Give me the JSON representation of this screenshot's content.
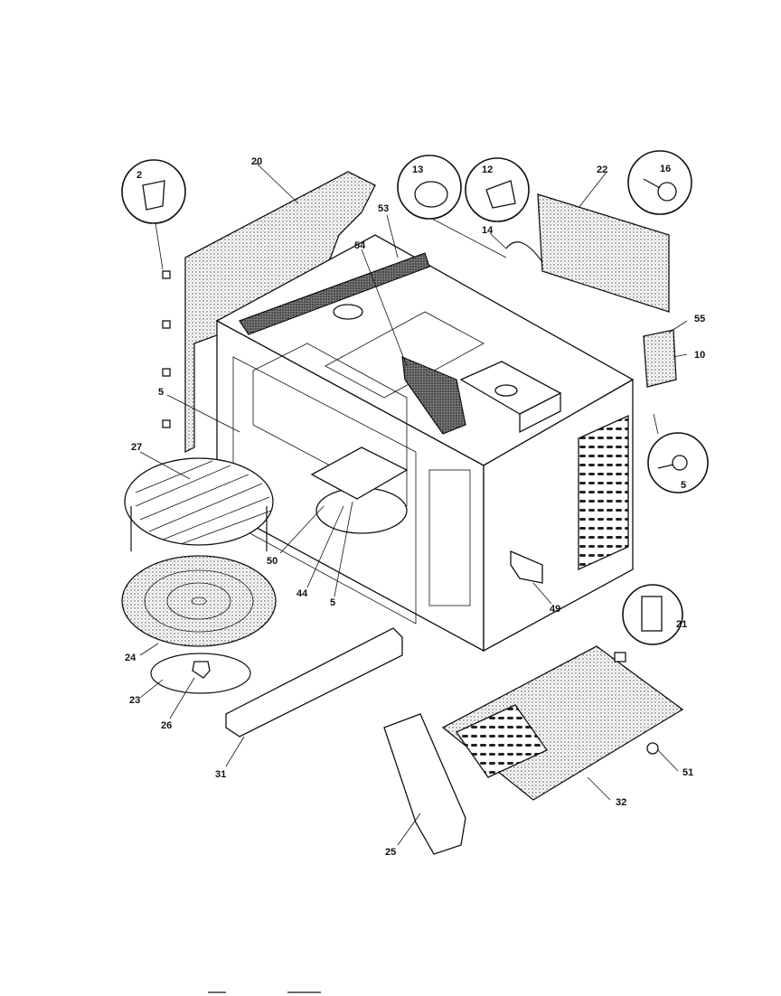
{
  "callouts": [
    {
      "id": "c2",
      "text": "2"
    },
    {
      "id": "c20",
      "text": "20"
    },
    {
      "id": "c13",
      "text": "13"
    },
    {
      "id": "c12",
      "text": "12"
    },
    {
      "id": "c22",
      "text": "22"
    },
    {
      "id": "c16",
      "text": "16"
    },
    {
      "id": "c53",
      "text": "53"
    },
    {
      "id": "c54",
      "text": "54"
    },
    {
      "id": "c14",
      "text": "14"
    },
    {
      "id": "c55",
      "text": "55"
    },
    {
      "id": "c10",
      "text": "10"
    },
    {
      "id": "c5a",
      "text": "5"
    },
    {
      "id": "c5b",
      "text": "5"
    },
    {
      "id": "c5c",
      "text": "5"
    },
    {
      "id": "c27",
      "text": "27"
    },
    {
      "id": "c50",
      "text": "50"
    },
    {
      "id": "c44",
      "text": "44"
    },
    {
      "id": "c49",
      "text": "49"
    },
    {
      "id": "c21",
      "text": "21"
    },
    {
      "id": "c24",
      "text": "24"
    },
    {
      "id": "c23",
      "text": "23"
    },
    {
      "id": "c26",
      "text": "26"
    },
    {
      "id": "c31",
      "text": "31"
    },
    {
      "id": "c51",
      "text": "51"
    },
    {
      "id": "c32",
      "text": "32"
    },
    {
      "id": "c25",
      "text": "25"
    }
  ]
}
